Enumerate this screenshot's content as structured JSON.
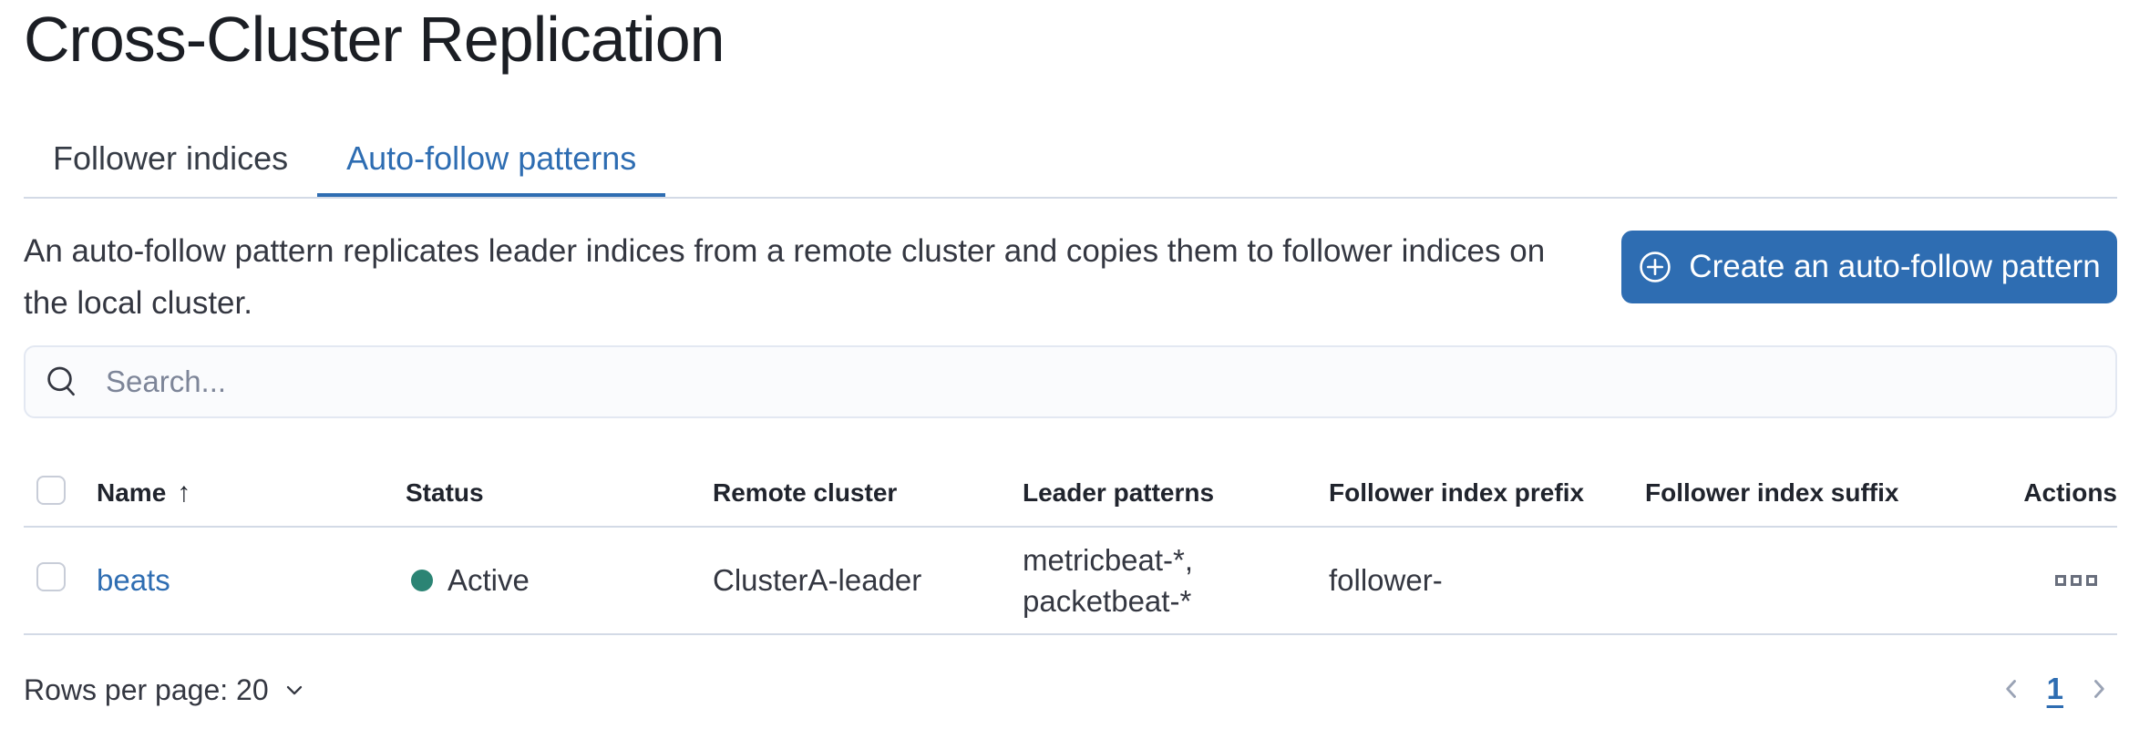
{
  "page": {
    "title": "Cross-Cluster Replication"
  },
  "tabs": [
    {
      "label": "Follower indices",
      "active": false
    },
    {
      "label": "Auto-follow patterns",
      "active": true
    }
  ],
  "description": "An auto-follow pattern replicates leader indices from a remote cluster and copies them to follower indices on the local cluster.",
  "create_button": {
    "label": "Create an auto-follow pattern",
    "icon": "plus-in-circle-icon"
  },
  "search": {
    "placeholder": "Search...",
    "value": "",
    "icon": "search-icon"
  },
  "table": {
    "columns": {
      "name": "Name",
      "status": "Status",
      "remote_cluster": "Remote cluster",
      "leader_patterns": "Leader patterns",
      "follower_index_prefix": "Follower index prefix",
      "follower_index_suffix": "Follower index suffix",
      "actions": "Actions"
    },
    "sort": {
      "column": "Name",
      "direction": "ascending",
      "arrow": "↑"
    },
    "rows": [
      {
        "name": "beats",
        "status": "Active",
        "remote_cluster": "ClusterA-leader",
        "leader_patterns": "metricbeat-*, packetbeat-*",
        "follower_index_prefix": "follower-",
        "follower_index_suffix": "",
        "actions_icon": "boxes-horizontal-icon"
      }
    ]
  },
  "footer": {
    "rows_per_page_label": "Rows per page: 20",
    "pagination": {
      "current_page": "1",
      "prev_icon": "chevron-left-icon",
      "next_icon": "chevron-right-icon"
    }
  },
  "colors": {
    "accent": "#2e6db2",
    "status_active_dot": "#2b8474",
    "border": "#d3dae6",
    "text": "#343741",
    "muted_icon": "#696f7d"
  }
}
